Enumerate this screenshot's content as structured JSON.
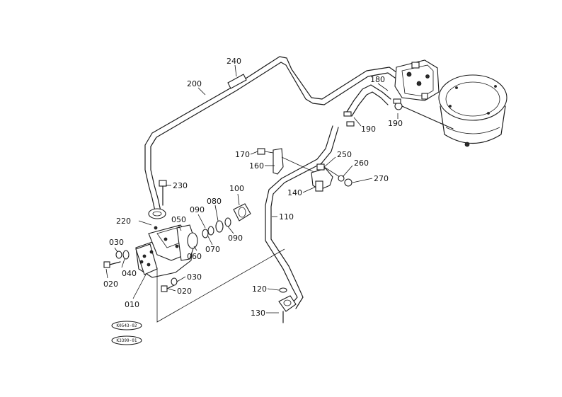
{
  "callouts": [
    {
      "id": "p240",
      "text": "240"
    },
    {
      "id": "p200",
      "text": "200"
    },
    {
      "id": "p180",
      "text": "180"
    },
    {
      "id": "p190a",
      "text": "190"
    },
    {
      "id": "p190b",
      "text": "190"
    },
    {
      "id": "p170",
      "text": "170"
    },
    {
      "id": "p160",
      "text": "160"
    },
    {
      "id": "p250",
      "text": "250"
    },
    {
      "id": "p260",
      "text": "260"
    },
    {
      "id": "p270",
      "text": "270"
    },
    {
      "id": "p140",
      "text": "140"
    },
    {
      "id": "p230",
      "text": "230"
    },
    {
      "id": "p100",
      "text": "100"
    },
    {
      "id": "p080",
      "text": "080"
    },
    {
      "id": "p090a",
      "text": "090"
    },
    {
      "id": "p220",
      "text": "220"
    },
    {
      "id": "p050",
      "text": "050"
    },
    {
      "id": "p110",
      "text": "110"
    },
    {
      "id": "p030a",
      "text": "030"
    },
    {
      "id": "p060",
      "text": "060"
    },
    {
      "id": "p070",
      "text": "070"
    },
    {
      "id": "p090b",
      "text": "090"
    },
    {
      "id": "p040",
      "text": "040"
    },
    {
      "id": "p020a",
      "text": "020"
    },
    {
      "id": "p030b",
      "text": "030"
    },
    {
      "id": "p020b",
      "text": "020"
    },
    {
      "id": "p010",
      "text": "010"
    },
    {
      "id": "p120",
      "text": "120"
    },
    {
      "id": "p130",
      "text": "130"
    }
  ],
  "reference_tags": [
    {
      "id": "ref1",
      "text": "K0543-02"
    },
    {
      "id": "ref2",
      "text": "K3399-01"
    }
  ]
}
